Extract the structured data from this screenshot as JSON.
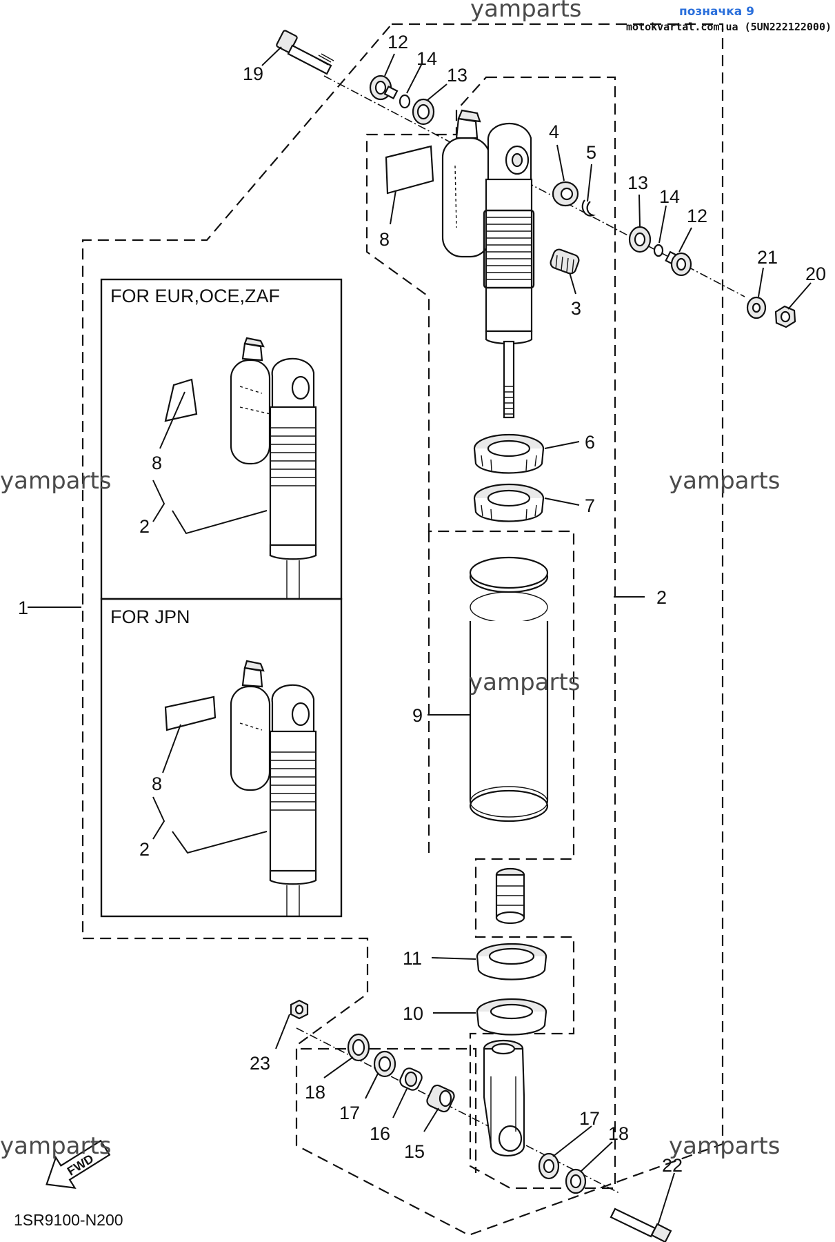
{
  "header": {
    "link_text": "позначка 9",
    "site_text": "motokvartal.com.ua (5UN222122000)"
  },
  "watermarks": [
    "yamparts",
    "yamparts",
    "yamparts",
    "yamparts",
    "yamparts",
    "yamparts"
  ],
  "inset_boxes": [
    {
      "title": "FOR EUR,OCE,ZAF"
    },
    {
      "title": "FOR JPN"
    }
  ],
  "callouts": [
    {
      "id": "c19",
      "text": "19"
    },
    {
      "id": "c12a",
      "text": "12"
    },
    {
      "id": "c14a",
      "text": "14"
    },
    {
      "id": "c13a",
      "text": "13"
    },
    {
      "id": "c4",
      "text": "4"
    },
    {
      "id": "c5",
      "text": "5"
    },
    {
      "id": "c13b",
      "text": "13"
    },
    {
      "id": "c14b",
      "text": "14"
    },
    {
      "id": "c12b",
      "text": "12"
    },
    {
      "id": "c21",
      "text": "21"
    },
    {
      "id": "c20",
      "text": "20"
    },
    {
      "id": "c8a",
      "text": "8"
    },
    {
      "id": "c3",
      "text": "3"
    },
    {
      "id": "c6",
      "text": "6"
    },
    {
      "id": "c7",
      "text": "7"
    },
    {
      "id": "c1",
      "text": "1"
    },
    {
      "id": "c2a",
      "text": "2"
    },
    {
      "id": "c8b",
      "text": "8"
    },
    {
      "id": "c2b",
      "text": "2"
    },
    {
      "id": "c8c",
      "text": "8"
    },
    {
      "id": "c2c",
      "text": "2"
    },
    {
      "id": "c9",
      "text": "9"
    },
    {
      "id": "c11",
      "text": "11"
    },
    {
      "id": "c10",
      "text": "10"
    },
    {
      "id": "c23",
      "text": "23"
    },
    {
      "id": "c18a",
      "text": "18"
    },
    {
      "id": "c17a",
      "text": "17"
    },
    {
      "id": "c16",
      "text": "16"
    },
    {
      "id": "c15",
      "text": "15"
    },
    {
      "id": "c17b",
      "text": "17"
    },
    {
      "id": "c18b",
      "text": "18"
    },
    {
      "id": "c22",
      "text": "22"
    }
  ],
  "fwd_label": "FWD",
  "diagram_code": "1SR9100-N200"
}
